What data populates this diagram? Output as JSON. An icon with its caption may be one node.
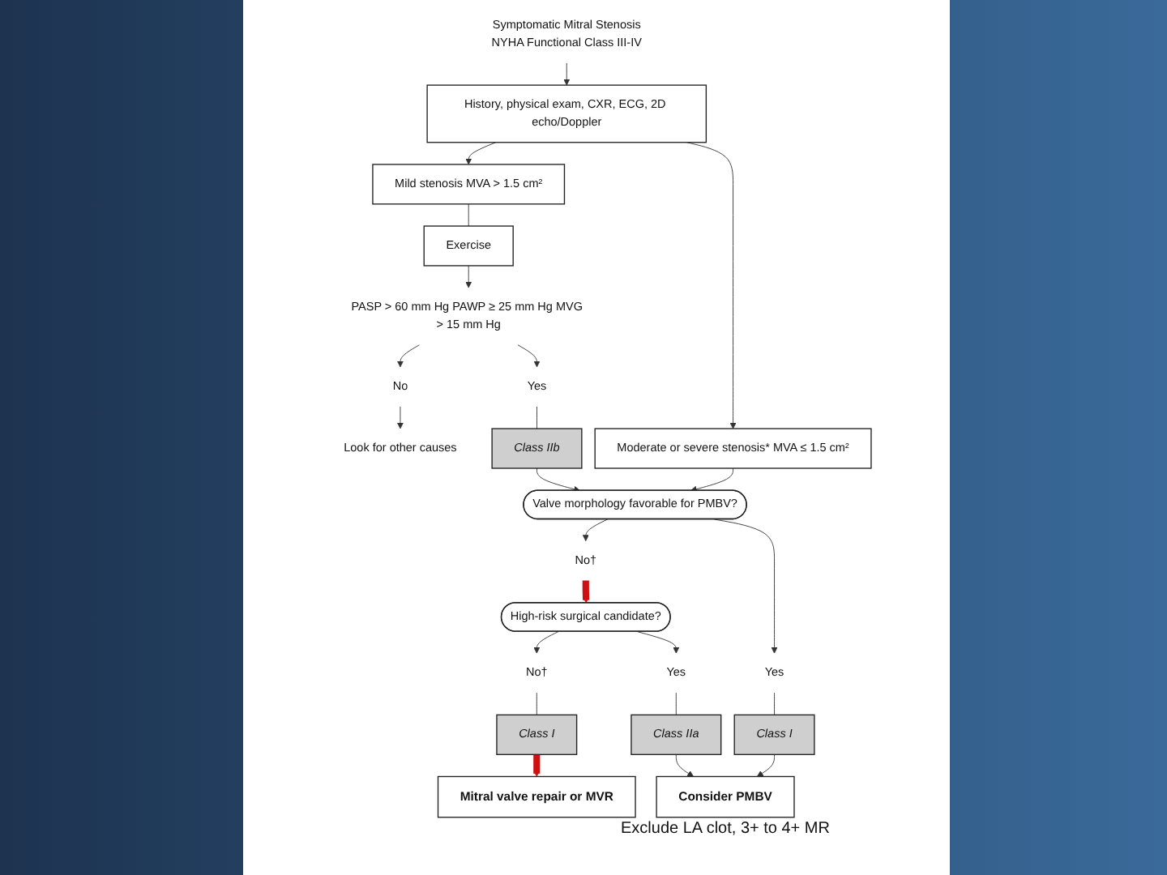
{
  "diagram": {
    "nodes": [
      {
        "text": [
          "Symptomatic Mitral Stenosis",
          "NYHA Functional Class III-IV"
        ]
      },
      {
        "text": [
          "History, physical exam, CXR, ECG, 2D echo/Doppler"
        ]
      },
      {
        "text": [
          "Mild stenosis MVA > 1.5 cm²"
        ]
      },
      {
        "text": [
          "Moderate or severe stenosis* MVA ≤ 1.5 cm²"
        ]
      },
      {
        "text": [
          "Exercise"
        ]
      },
      {
        "text": [
          "PASP > 60 mm Hg PAWP ≥ 25 mm Hg MVG > 15 mm Hg"
        ]
      },
      {
        "text": [
          "No"
        ]
      },
      {
        "text": [
          "Yes"
        ]
      },
      {
        "text": [
          "Class IIb"
        ]
      },
      {
        "text": [
          "Valve morphology favorable for PMBV?"
        ]
      },
      {
        "text": [
          "Look for other causes"
        ]
      },
      {
        "text": [
          "No†"
        ]
      },
      {
        "text": [
          "Yes"
        ]
      },
      {
        "text": [
          "Class I"
        ]
      },
      {
        "text": [
          "High-risk surgical candidate?"
        ]
      },
      {
        "text": [
          "Consider PMBV"
        ],
        "beside": [
          "Exclude LA clot, 3+ to 4+ MR"
        ]
      },
      {
        "text": [
          "No†"
        ]
      },
      {
        "text": [
          "Yes"
        ]
      },
      {
        "text": [
          "Class IIa"
        ]
      },
      {
        "text": [
          "Class I"
        ]
      },
      {
        "text": [
          "Mitral valve repair or MVR"
        ]
      }
    ],
    "edges": [
      {
        "from": 0,
        "to": 1,
        "arrow": "to"
      },
      {
        "from": 1,
        "to": 2,
        "arrow": "to"
      },
      {
        "from": 1,
        "to": 3,
        "arrow": "to"
      },
      {
        "from": 2,
        "to": 4,
        "arrow": "none"
      },
      {
        "from": 4,
        "to": 5,
        "arrow": "to"
      },
      {
        "from": 5,
        "to": 6,
        "arrow": "to"
      },
      {
        "from": 5,
        "to": 7,
        "arrow": "to"
      },
      {
        "from": 7,
        "to": 8,
        "arrow": "none"
      },
      {
        "from": 8,
        "to": 9,
        "arrow": "to"
      },
      {
        "from": 3,
        "to": 9,
        "arrow": "to"
      },
      {
        "from": 6,
        "to": 10,
        "arrow": "to"
      },
      {
        "from": 9,
        "to": 11,
        "arrow": "to"
      },
      {
        "from": 9,
        "to": 12,
        "arrow": "to"
      },
      {
        "from": 12,
        "to": 13,
        "arrow": "none"
      },
      {
        "from": 13,
        "to": 15,
        "arrow": "to"
      },
      {
        "from": 11,
        "to": 14,
        "arrow": "to",
        "style": "thick",
        "color": "#d01010"
      },
      {
        "from": 14,
        "to": 16,
        "arrow": "to"
      },
      {
        "from": 14,
        "to": 17,
        "arrow": "to"
      },
      {
        "from": 17,
        "to": 18,
        "arrow": "none"
      },
      {
        "from": 18,
        "to": 15,
        "arrow": "to"
      },
      {
        "from": 16,
        "to": 19,
        "arrow": "none"
      },
      {
        "from": 19,
        "to": 20,
        "arrow": "to",
        "style": "thick",
        "color": "#d01010"
      }
    ]
  }
}
